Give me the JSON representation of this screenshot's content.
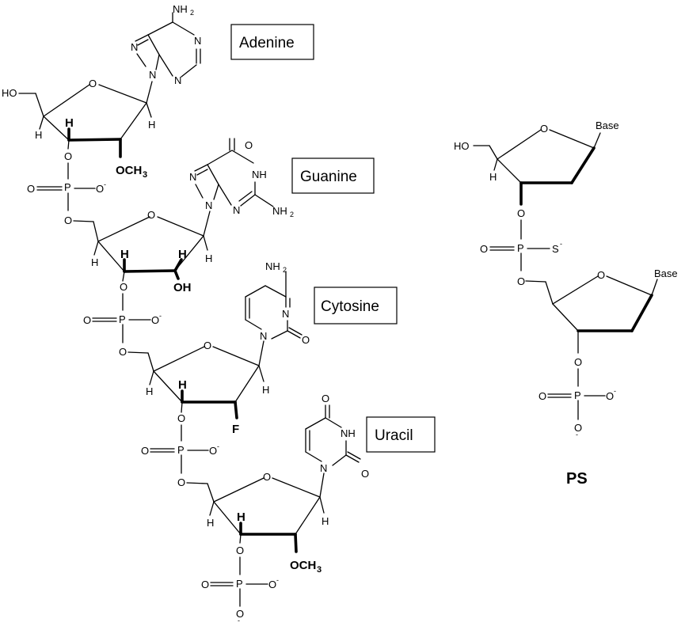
{
  "labels": {
    "adenine": "Adenine",
    "guanine": "Guanine",
    "cytosine": "Cytosine",
    "uracil": "Uracil",
    "ps": "PS"
  },
  "atoms": {
    "o": "O",
    "p": "P",
    "n": "N",
    "h": "H",
    "f": "F",
    "s": "S",
    "nh": "NH",
    "ho": "HO",
    "oh": "OH",
    "nh2": "NH",
    "sub2": "2",
    "och3": "OCH",
    "sub3": "3",
    "minus": "-",
    "base": "Base"
  }
}
